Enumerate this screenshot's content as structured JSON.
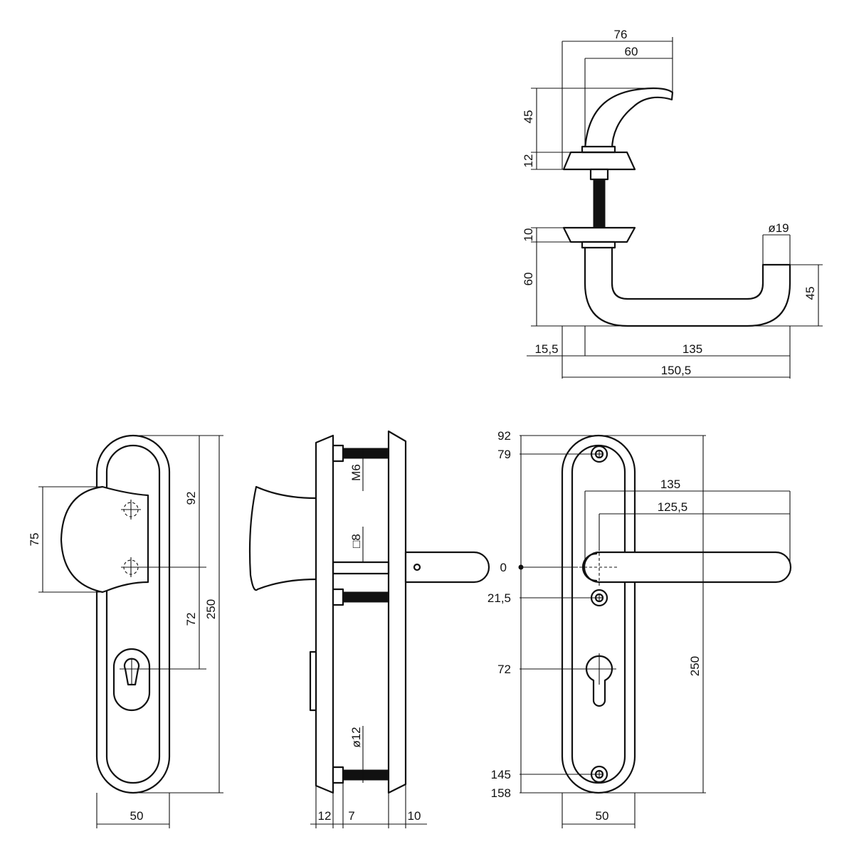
{
  "dimensions": {
    "top_view": {
      "width_76": "76",
      "width_60": "60",
      "height_45": "45",
      "height_12": "12"
    },
    "side_view": {
      "rose_10": "10",
      "drop_60": "60",
      "diameter_19": "ø19",
      "height_45": "45",
      "offset_15_5": "15,5",
      "length_135": "135",
      "length_150_5": "150,5"
    },
    "knob_plate": {
      "knob_75": "75",
      "spacing_92": "92",
      "spacing_72": "72",
      "height_250": "250",
      "width_50": "50"
    },
    "section": {
      "thread_m6": "M6",
      "spindle_8": "□8",
      "diameter_12": "ø12",
      "thickness_12": "12",
      "thickness_7": "7",
      "thickness_10": "10"
    },
    "lever_plate": {
      "mark_92": "92",
      "mark_79": "79",
      "mark_0": "0",
      "mark_21_5": "21,5",
      "mark_72": "72",
      "mark_145": "145",
      "mark_158": "158",
      "length_135": "135",
      "length_125_5": "125,5",
      "height_250": "250",
      "width_50": "50"
    }
  }
}
